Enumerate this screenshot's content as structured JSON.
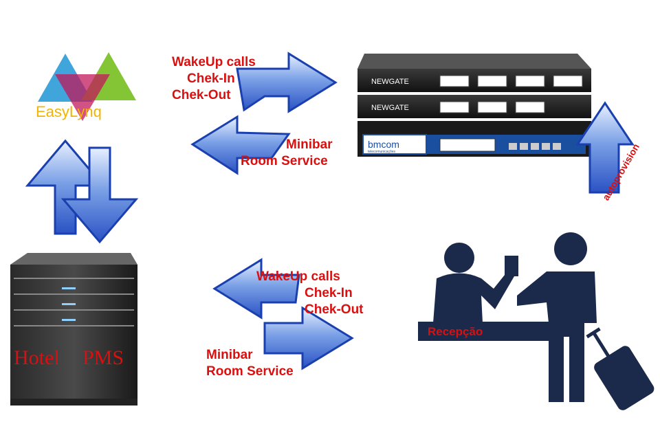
{
  "logo": {
    "text": "EasyLynq"
  },
  "top_flow": {
    "outgoing": [
      "WakeUp calls",
      "Chek-In",
      "Chek-Out"
    ],
    "incoming": [
      "Minibar",
      "Room Service"
    ]
  },
  "pbx": {
    "units": [
      {
        "brand": "NEWGATE"
      },
      {
        "brand": "NEWGATE"
      },
      {
        "brand": "bmcom",
        "sub": "telecomunicações"
      }
    ]
  },
  "autoprovision": {
    "text": "autoprovision"
  },
  "server": {
    "label_left": "Hotel",
    "label_right": "PMS"
  },
  "bottom_flow": {
    "incoming": [
      "WakeUp calls",
      "Chek-In",
      "Chek-Out"
    ],
    "outgoing": [
      "Minibar",
      "Room Service"
    ]
  },
  "reception": {
    "desk_label": "Recepção"
  },
  "colors": {
    "arrow_blue": "#1a3fae",
    "label_red": "#d81010",
    "navy": "#1b2a4a"
  }
}
